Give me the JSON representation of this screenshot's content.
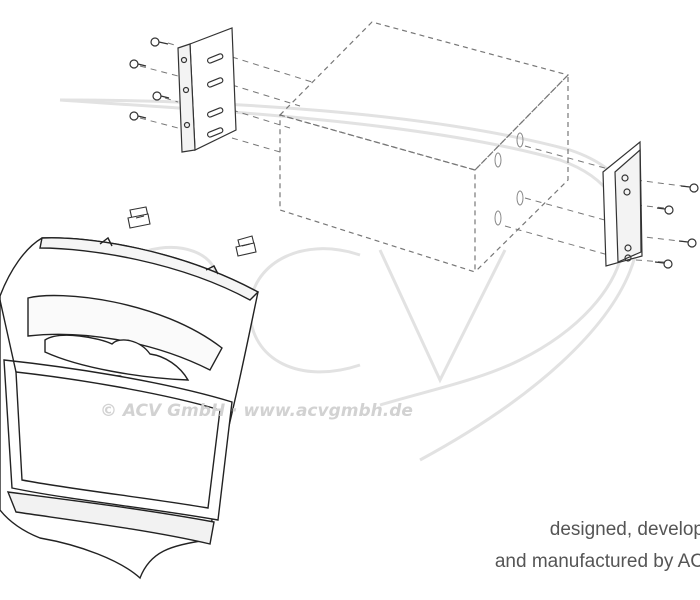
{
  "watermark": {
    "logo_text": "acv",
    "copyright": "© ACV GmbH · www.acvgmbh.de"
  },
  "credit": {
    "line1": "designed, develop",
    "line2": "and manufactured by AC"
  },
  "colors": {
    "line": "#333333",
    "dashed": "#666666",
    "watermark": "#dcdcdc",
    "credit_text": "#555555"
  },
  "icon_names": [
    "screw-icon",
    "clip-icon",
    "mounting-bracket",
    "radio-box",
    "dash-panel"
  ]
}
